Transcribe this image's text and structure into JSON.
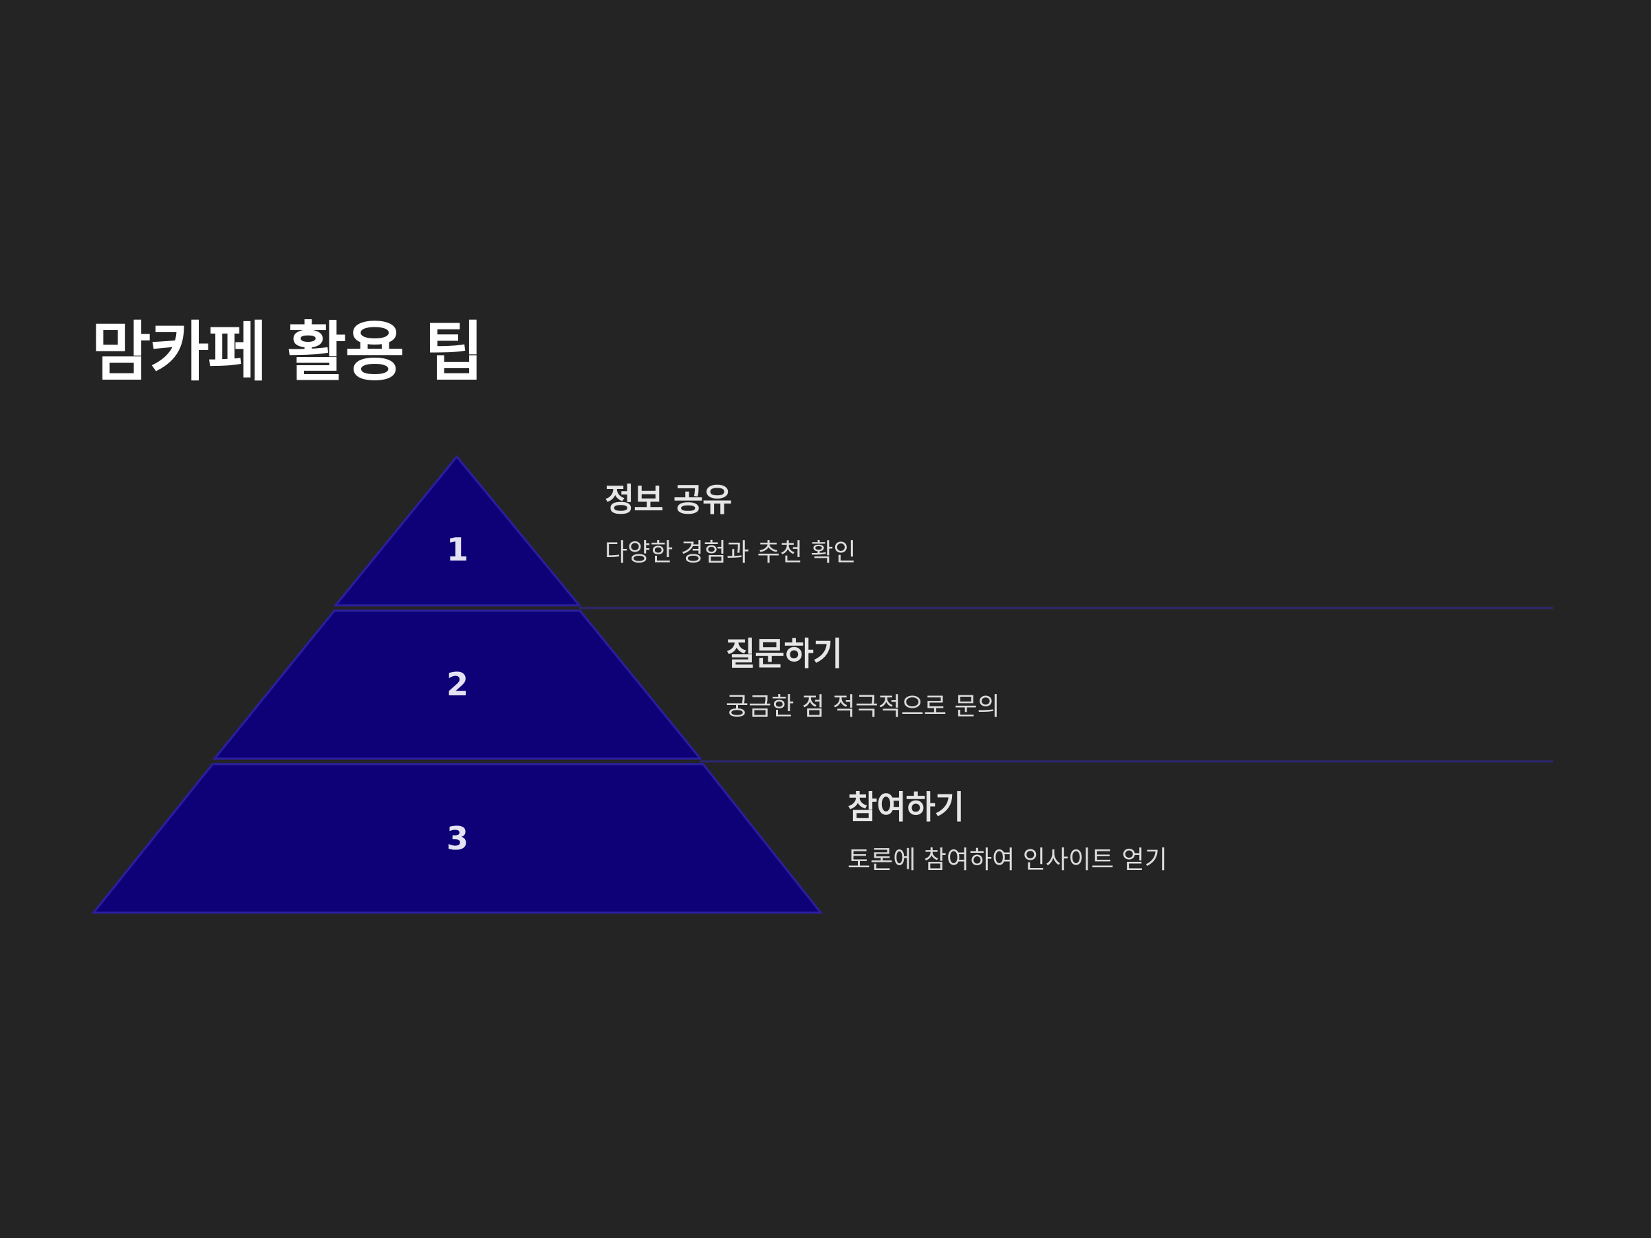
{
  "title": "맘카페 활용 팁",
  "colors": {
    "background": "#252425",
    "tier_fill": "#0e0076",
    "tier_stroke": "#2a1fa0",
    "divider": "#2c2770"
  },
  "tiers": [
    {
      "number": "1",
      "heading": "정보 공유",
      "description": "다양한 경험과 추천 확인"
    },
    {
      "number": "2",
      "heading": "질문하기",
      "description": "궁금한 점 적극적으로 문의"
    },
    {
      "number": "3",
      "heading": "참여하기",
      "description": "토론에 참여하여 인사이트 얻기"
    }
  ]
}
